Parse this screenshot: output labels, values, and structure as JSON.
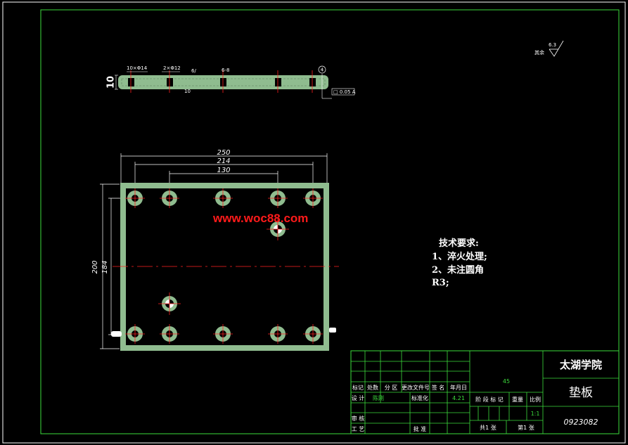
{
  "colors": {
    "background": "#000000",
    "frame": "#3cdc3c",
    "plate": "#8fbc8f",
    "centerline": "#ff2020",
    "text": "#ffffff",
    "watermark": "#ff1a1a"
  },
  "section_view": {
    "height_label": "10",
    "hole_callout_1": "10×Φ14",
    "hole_callout_2": "2×Φ12",
    "small_label_1": "6/",
    "small_label_2": "6-8",
    "small_label_3": "10",
    "balloon": "4",
    "flatness_box": "□ 0.05 A"
  },
  "surface_finish": {
    "label": "其余",
    "value": "6.3"
  },
  "plan_view": {
    "dim_width_outer": "250",
    "dim_width_holes": "214",
    "dim_width_inner": "130",
    "dim_height_outer": "200",
    "dim_height_holes": "184"
  },
  "watermark": "www.woc88.com",
  "requirements": {
    "title": "技术要求:",
    "line1": "1、淬火处理;",
    "line2": "2、未注圆角",
    "line3": "R3;"
  },
  "title_block": {
    "school": "太湖学院",
    "part_name": "垫板",
    "drawing_no": "0923082",
    "material": "45",
    "scale": "1:1",
    "h_mark": "标记",
    "h_count": "处数",
    "h_zone": "分 区",
    "h_docno": "更改文件号",
    "h_sign": "签 名",
    "h_date": "年月日",
    "r_design": "设 计",
    "r_design_name": "陈刚",
    "r_standard": "标准化",
    "r_date_val": "4.21",
    "r_stage": "阶 段 标 记",
    "r_weight": "重量",
    "r_scale": "比例",
    "r_check": "审 核",
    "r_process": "工 艺",
    "r_approve": "批 准",
    "r_total": "共1 张",
    "r_sheet": "第1 张"
  }
}
